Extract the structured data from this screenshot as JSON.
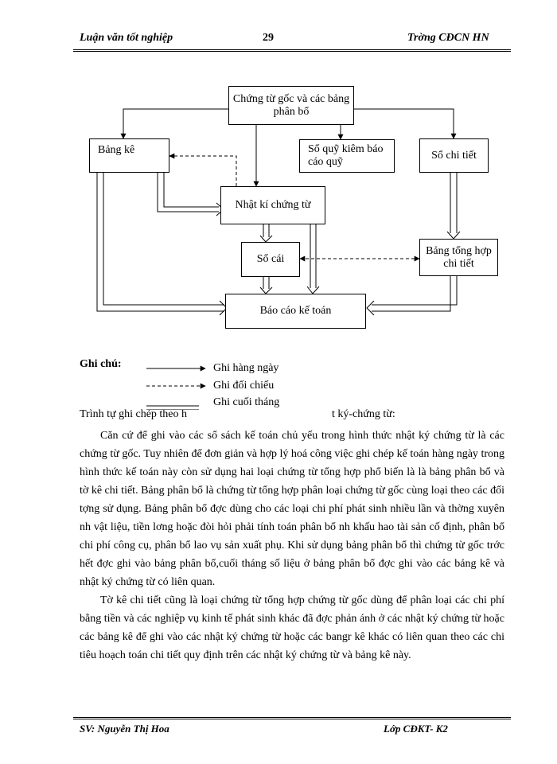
{
  "header": {
    "left": "Luận văn tốt nghiệp",
    "page_number": "29",
    "right": "Trờng CĐCN HN"
  },
  "diagram": {
    "source_docs": "Chứng từ gốc và các bảng phân bổ",
    "bang_ke": "Bảng kê",
    "so_quy": "Sổ quỹ kiêm báo cáo quỹ",
    "so_chi_tiet": "Sổ chi tiết",
    "nhat_ki": "Nhật kí chứng từ",
    "so_cai": "Sổ cái",
    "bang_tong_hop": "Bảng tổng hợp chi tiết",
    "bao_cao": "Báo cáo kế toán"
  },
  "legend": {
    "title": "Ghi chú:",
    "daily": "Ghi hàng ngày",
    "compare": "Ghi đối chiếu",
    "month_end": "Ghi cuối tháng"
  },
  "intro_left": "Trình tự ghi chép theo h",
  "intro_right": "t ký-chứng từ:",
  "paragraphs": [
    "Căn cứ để ghi vào các sổ sách kế toán chủ yếu trong hình thức nhật ký chứng từ là các chứng từ gốc. Tuy nhiên để đơn giản và hợp lý hoá công việc ghi chép kế toán hàng ngày trong hình thức kế toán này còn sử dụng hai loại chứng từ tổng hợp phổ biến là là bảng phân bổ và tờ kê chi tiết. Bảng phân bổ là chứng từ tổng hợp phân loại chứng từ gốc cùng loại theo các đối tợng sử dụng. Bảng phân bổ đợc dùng cho các loại chi phí phát sinh nhiều lần và thờng xuyên nh vật liệu, tiền lơng hoặc đòi hỏi phải tính toán phân bổ nh khấu hao tài sản cố định, phân bổ chi phí công cụ, phân bổ lao vụ sản xuất phụ. Khi sử dụng bảng phân bổ thì chứng từ gốc trớc hết đợc ghi vào bảng phân bổ,cuối tháng số liệu ở bảng phân bổ đợc ghi vào các bảng kê và nhật ký chứng từ có liên quan.",
    "Tờ kê chi tiết cũng là loại chứng từ tổng hợp chứng từ gốc dùng để phân loại các chi phí bằng tiền và các nghiệp vụ kinh tế phát sinh khác đã đợc phản ánh ở các nhật ký chứng từ hoặc các bảng kê để ghi vào các nhật ký chứng từ hoặc các bangr kê khác có liên quan theo các chi tiêu hoạch toán chi tiết quy định trên các nhật ký chứng từ và bảng kê này."
  ],
  "footer": {
    "left": "SV: Nguyễn Thị Hoa",
    "right": "Lớp CĐKT- K2"
  }
}
